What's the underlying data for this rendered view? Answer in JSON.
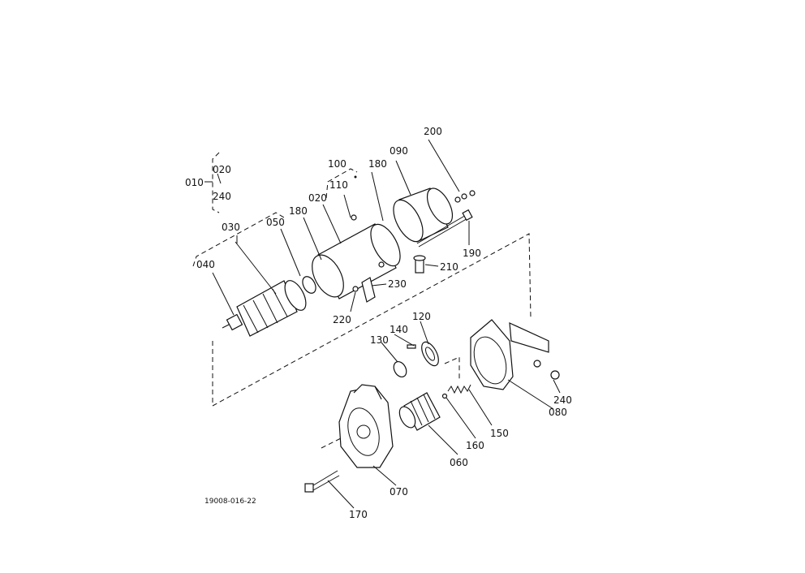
{
  "drawing_code": "19008-016-22",
  "callouts": {
    "c010": "010",
    "c020a": "020",
    "c240a": "240",
    "c030": "030",
    "c050": "050",
    "c180a": "180",
    "c020b": "020",
    "c100": "100",
    "c110": "110",
    "c180b": "180",
    "c090": "090",
    "c200": "200",
    "c190": "190",
    "c210": "210",
    "c230": "230",
    "c220": "220",
    "c040": "040",
    "c140": "140",
    "c120": "120",
    "c130": "130",
    "c080": "080",
    "c240b": "240",
    "c150": "150",
    "c160": "160",
    "c060": "060",
    "c070": "070",
    "c170": "170"
  }
}
